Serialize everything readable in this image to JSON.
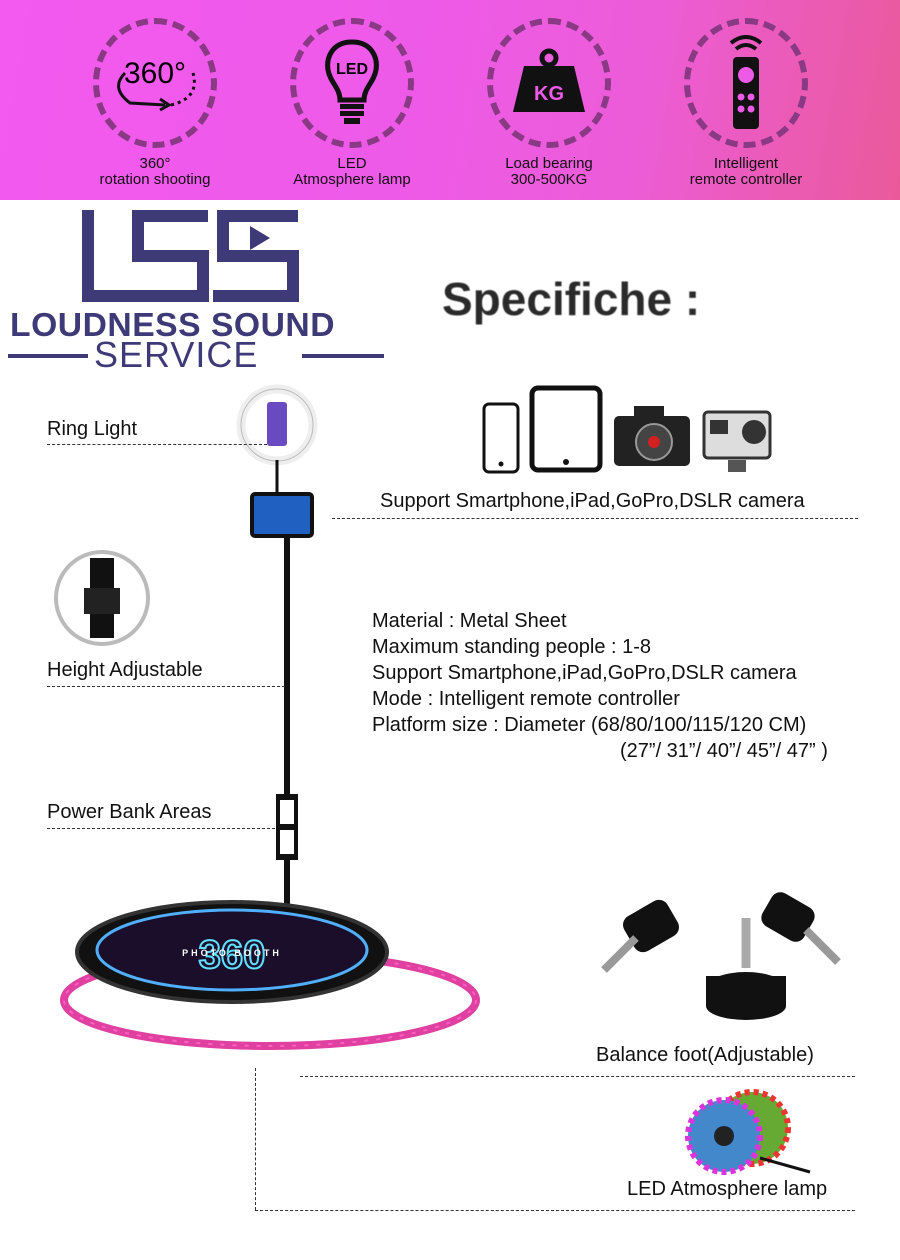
{
  "features": [
    {
      "icon": "rotation-360-icon",
      "icon_text": "360°",
      "line1": "360°",
      "line2": "rotation shooting"
    },
    {
      "icon": "led-bulb-icon",
      "icon_text": "LED",
      "line1": "LED",
      "line2": "Atmosphere lamp"
    },
    {
      "icon": "weight-kg-icon",
      "icon_text": "KG",
      "line1": "Load bearing",
      "line2": "300-500KG"
    },
    {
      "icon": "remote-control-icon",
      "line1": "Intelligent",
      "line2": "remote controller"
    }
  ],
  "logo": {
    "mark": "LSS",
    "line1": "LOUDNESS SOUND",
    "line2": "SERVICE"
  },
  "title": "Specifiche :",
  "callouts": {
    "ring_light": "Ring Light",
    "support": "Support Smartphone,iPad,GoPro,DSLR camera",
    "height": "Height Adjustable",
    "power_bank": "Power Bank Areas",
    "balance_foot": "Balance foot(Adjustable)",
    "led_lamp": "LED Atmosphere lamp"
  },
  "specs": [
    "Material : Metal Sheet",
    "Maximum standing people : 1-8",
    "Support Smartphone,iPad,GoPro,DSLR camera",
    "Mode : Intelligent remote controller",
    "Platform size : Diameter (68/80/100/115/120 CM)",
    "(27”/ 31”/ 40”/ 45”/ 47” )"
  ],
  "platform": {
    "big": "360",
    "small": "PHOTO BOOTH"
  },
  "colors": {
    "banner": "#f35af0",
    "logo": "#3e3a78",
    "ring": "#8a3a84"
  }
}
